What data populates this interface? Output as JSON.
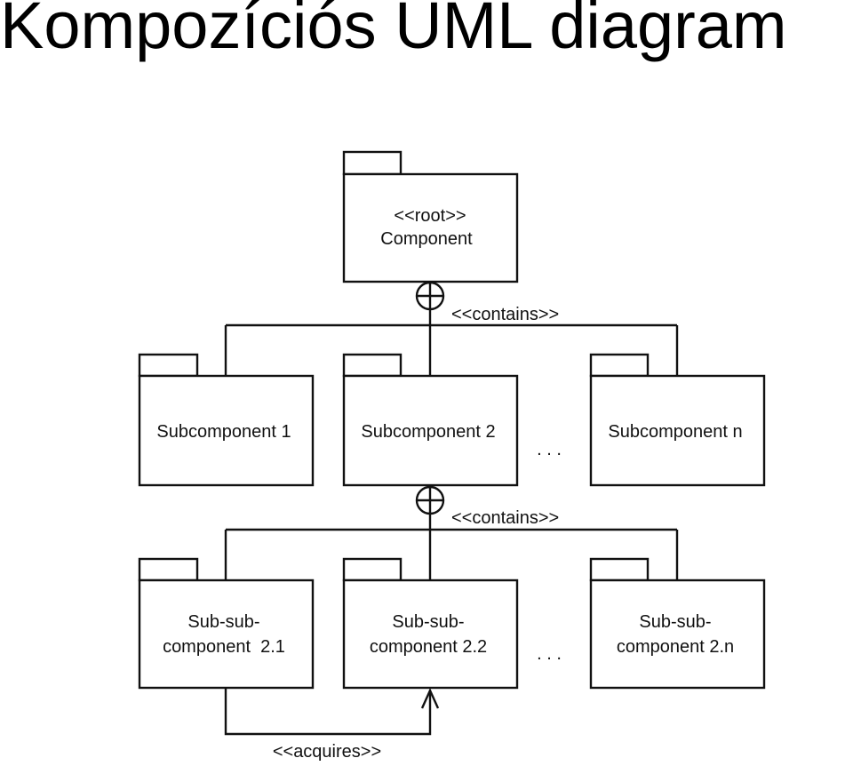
{
  "title": "Kompozíciós UML diagram",
  "diagram": {
    "root": {
      "stereotype": "<<root>>",
      "name": "Component"
    },
    "level1": [
      "Subcomponent 1",
      "Subcomponent 2",
      "Subcomponent n"
    ],
    "level2": [
      {
        "line1": "Sub-sub-",
        "line2": "component  2.1"
      },
      {
        "line1": "Sub-sub-",
        "line2": "component 2.2"
      },
      {
        "line1": "Sub-sub-",
        "line2": "component 2.n"
      }
    ],
    "contains_label": "<<contains>>",
    "acquires_label": "<<acquires>>",
    "ellipsis": ". . ."
  }
}
